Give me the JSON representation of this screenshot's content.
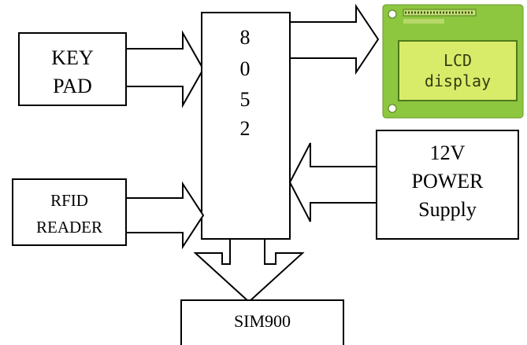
{
  "blocks": {
    "keypad": {
      "line1": "KEY",
      "line2": "PAD"
    },
    "mcu": {
      "chars": [
        "8",
        "0",
        "5",
        "2"
      ]
    },
    "lcd": {
      "line1": "LCD",
      "line2": "display"
    },
    "rfid": {
      "line1": "RFID",
      "line2": "READER"
    },
    "power": {
      "line1": "12V",
      "line2": "POWER",
      "line3": "Supply"
    },
    "gsm": {
      "label": "SIM900"
    }
  },
  "colors": {
    "lcd_board": "#8dc63f",
    "lcd_screen": "#d8ec6a",
    "line": "#000000"
  }
}
